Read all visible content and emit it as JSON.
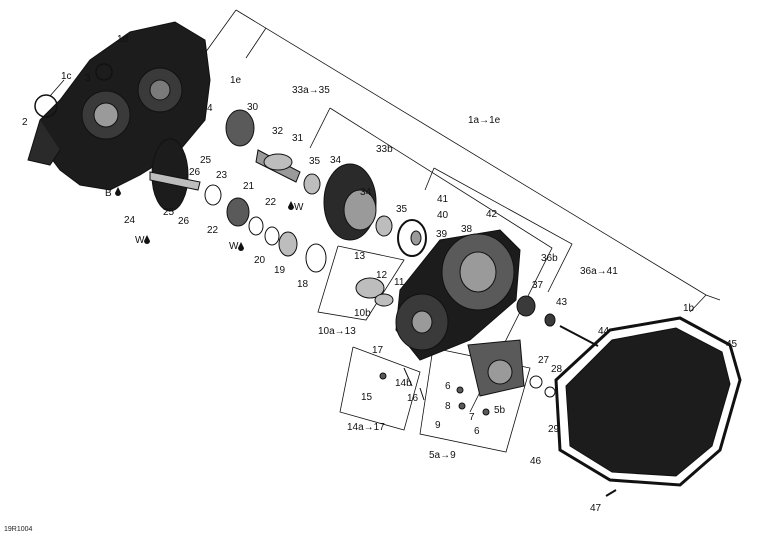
{
  "diagram": {
    "reference_code": "19R1004",
    "labels": {
      "l2": "2",
      "l3": "3",
      "l1c": "1c",
      "l1d": "1d",
      "l1e": "1e",
      "l4": "4",
      "l30": "30",
      "l32": "32",
      "l31": "31",
      "l33a35": "33a→35",
      "l35a": "35",
      "l34a": "34",
      "l33b": "33b",
      "l1a1e": "1a→1e",
      "l25a": "25",
      "l26a": "26",
      "lB": "B",
      "l23": "23",
      "l21": "21",
      "l24": "24",
      "l25b": "25",
      "l26b": "26",
      "lW1": "W",
      "l22a": "22",
      "l22b": "22",
      "lW2": "W",
      "lW3": "W",
      "l20": "20",
      "l19": "19",
      "l18": "18",
      "l34b": "34",
      "l35b": "35",
      "l41": "41",
      "l40": "40",
      "l39": "39",
      "l38": "38",
      "l42": "42",
      "l36b": "36b",
      "l36a41": "36a→41",
      "l13": "13",
      "l12": "12",
      "l11": "11",
      "l37": "37",
      "l43": "43",
      "l1b": "1b",
      "l10b": "10b",
      "l10a13": "10a→13",
      "l44": "44",
      "l45": "45",
      "l17": "17",
      "l14b": "14b",
      "l16": "16",
      "l15": "15",
      "l6a": "6",
      "l8": "8",
      "l9": "9",
      "l7": "7",
      "l6b": "6",
      "l5b": "5b",
      "l27": "27",
      "l28": "28",
      "l29": "29",
      "l14a17": "14a→17",
      "l5a9": "5a→9",
      "l46": "46",
      "l47": "47"
    },
    "colors": {
      "line": "#111111",
      "part_dark": "#1c1c1c",
      "part_mid": "#5a5a5a",
      "part_light": "#bdbdbd",
      "part_metal": "#9a9a9a"
    }
  }
}
